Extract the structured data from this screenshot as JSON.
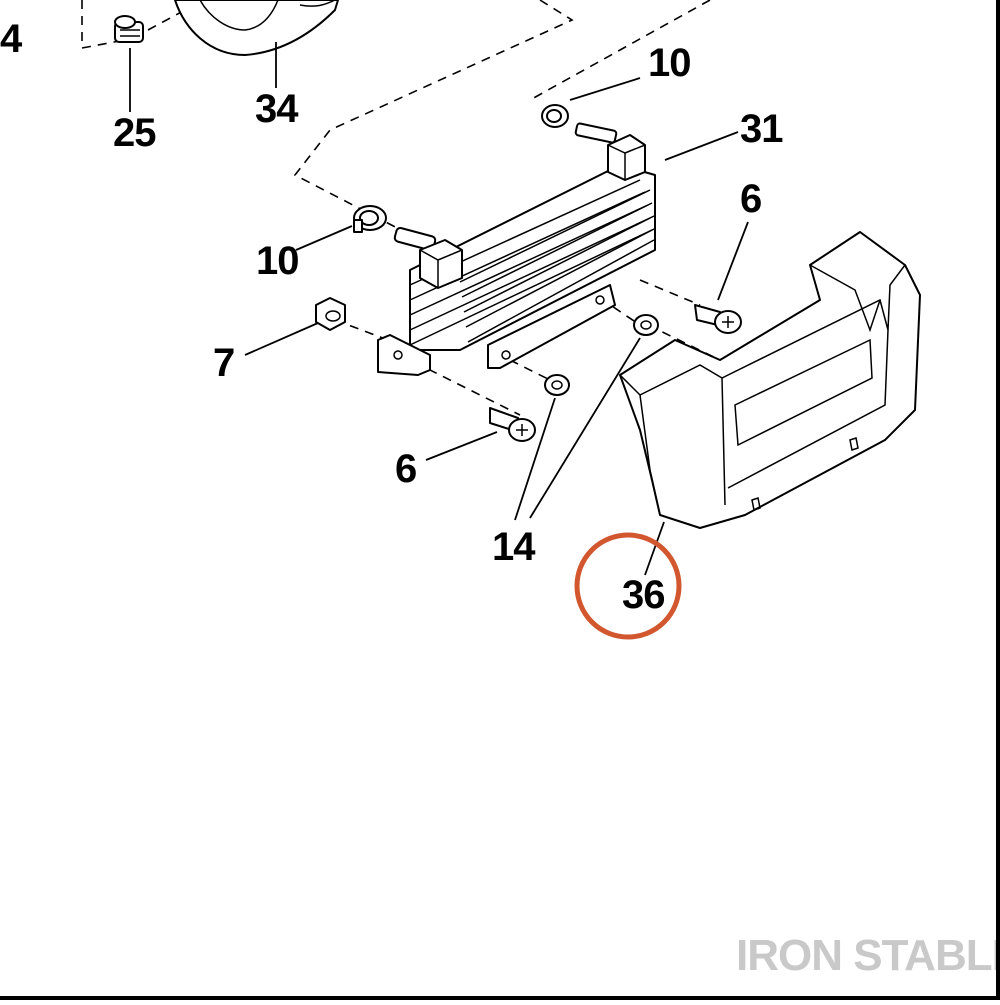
{
  "diagram": {
    "callouts": {
      "c4": "4",
      "c25": "25",
      "c34": "34",
      "c10_top": "10",
      "c31": "31",
      "c6_top": "6",
      "c10_left": "10",
      "c7": "7",
      "c6_bottom": "6",
      "c14": "14",
      "c36": "36"
    },
    "highlight_color": "#d2572f",
    "line_color": "#000000"
  },
  "watermark": {
    "text": "IRON STABLE",
    "color": "#c9c9c9"
  }
}
